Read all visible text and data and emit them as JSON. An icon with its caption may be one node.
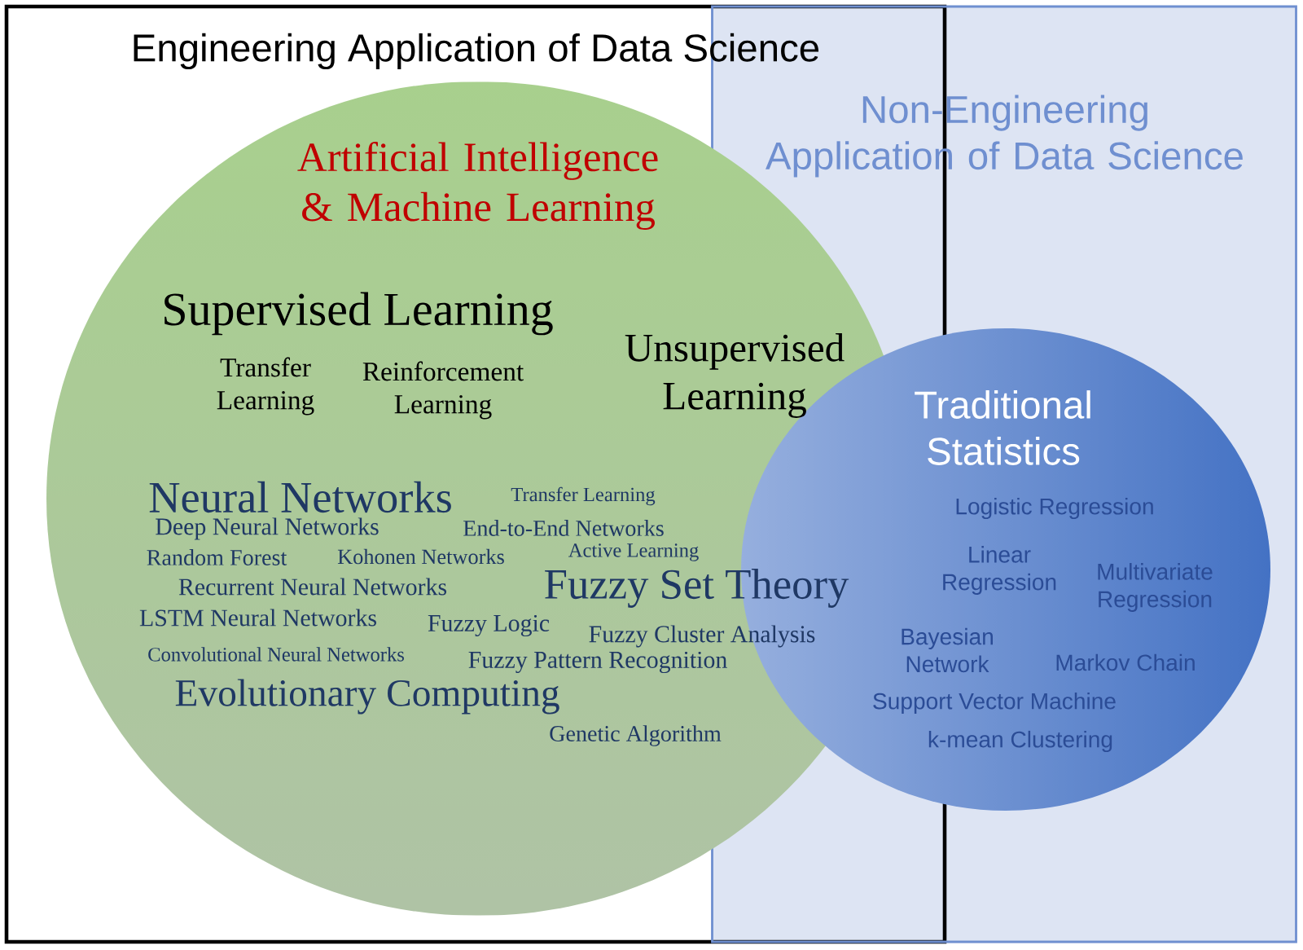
{
  "diagram": {
    "nodes": [
      {
        "text": [
          "Engineering Application of Data Science"
        ]
      },
      {
        "text": [
          "Non-Engineering Application of Data Science"
        ]
      },
      {
        "in": 0,
        "text": [
          "Artificial Intelligence & Machine Learning",
          "Supervised Learning",
          "Transfer Learning",
          "Reinforcement Learning",
          "Unsupervised Learning",
          "Neural Networks",
          "Transfer Learning",
          "Deep Neural Networks",
          "End-to-End Networks",
          "Random Forest",
          "Kohonen Networks",
          "Active Learning",
          "Recurrent Neural Networks",
          "Fuzzy Set Theory",
          "LSTM Neural Networks",
          "Fuzzy Logic",
          "Fuzzy Cluster Analysis",
          "Convolutional Neural Networks",
          "Fuzzy Pattern Recognition",
          "Evolutionary Computing",
          "Genetic Algorithm"
        ]
      },
      {
        "in": 1,
        "text": [
          "Traditional Statistics",
          "Logistic Regression",
          "Linear Regression",
          "Multivariate Regression",
          "Bayesian Network",
          "Markov Chain",
          "Support Vector Machine",
          "k-mean Clustering"
        ]
      }
    ],
    "edges": []
  }
}
